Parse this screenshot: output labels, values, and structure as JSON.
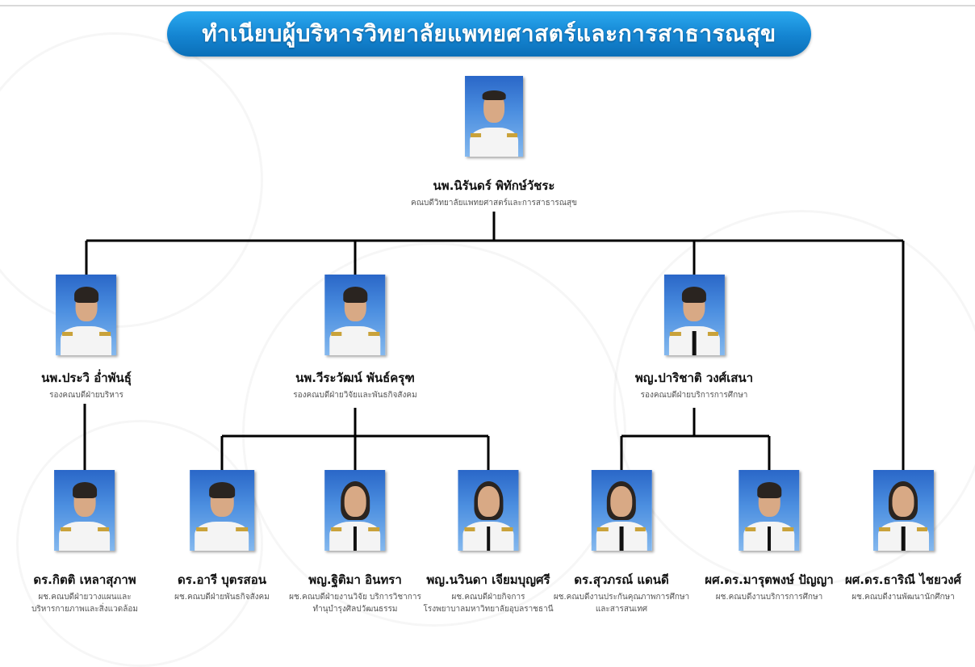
{
  "title": "ทำเนียบผู้บริหารวิทยาลัยแพทยศาสตร์และการสาธารณสุข",
  "dean": {
    "name": "นพ.นิรันดร์ พิทักษ์วัชระ",
    "role": "คณบดีวิทยาลัยแพทยศาสตร์และการสาธารณสุข"
  },
  "vice_deans": [
    {
      "name": "นพ.ประวิ อ่ำพันธุ์",
      "role": "รองคณบดีฝ่ายบริหาร"
    },
    {
      "name": "นพ.วีระวัฒน์ พันธ์ครุฑ",
      "role": "รองคณบดีฝ่ายวิจัยและพันธกิจสังคม"
    },
    {
      "name": "พญ.ปาริชาติ วงศ์เสนา",
      "role": "รองคณบดีฝ่ายบริการการศึกษา"
    }
  ],
  "assistants": [
    {
      "name": "ดร.กิตติ เหลาสุภาพ",
      "role_line1": "ผช.คณบดีฝ่ายวางแผนและ",
      "role_line2": "บริหารกายภาพและสิ่งแวดล้อม"
    },
    {
      "name": "ดร.อารี บุตรสอน",
      "role_line1": "ผช.คณบดีฝ่ายพันธกิจสังคม",
      "role_line2": ""
    },
    {
      "name": "พญ.ฐิติมา อินทรา",
      "role_line1": "ผช.คณบดีฝ่ายงานวิจัย บริการวิชาการ",
      "role_line2": "ทำนุบำรุงศิลปวัฒนธรรม"
    },
    {
      "name": "พญ.นวินดา เจียมบุญศรี",
      "role_line1": "ผช.คณบดีฝ่ายกิจการ",
      "role_line2": "โรงพยาบาลมหาวิทยาลัยอุบลราชธานี"
    },
    {
      "name": "ดร.สุวภรณ์ แดนดี",
      "role_line1": "ผช.คณบดีงานประกันคุณภาพการศึกษา",
      "role_line2": "และสารสนเทศ"
    },
    {
      "name": "ผศ.ดร.มารุตพงษ์ ปัญญา",
      "role_line1": "ผช.คณบดีงานบริการการศึกษา",
      "role_line2": ""
    },
    {
      "name": "ผศ.ดร.ธาริณี ไชยวงศ์",
      "role_line1": "ผช.คณบดีงานพัฒนานักศึกษา",
      "role_line2": ""
    }
  ],
  "colors": {
    "banner": "#1a8fdc",
    "lines": "#000000",
    "photo_bg": "#3f7fd8"
  }
}
